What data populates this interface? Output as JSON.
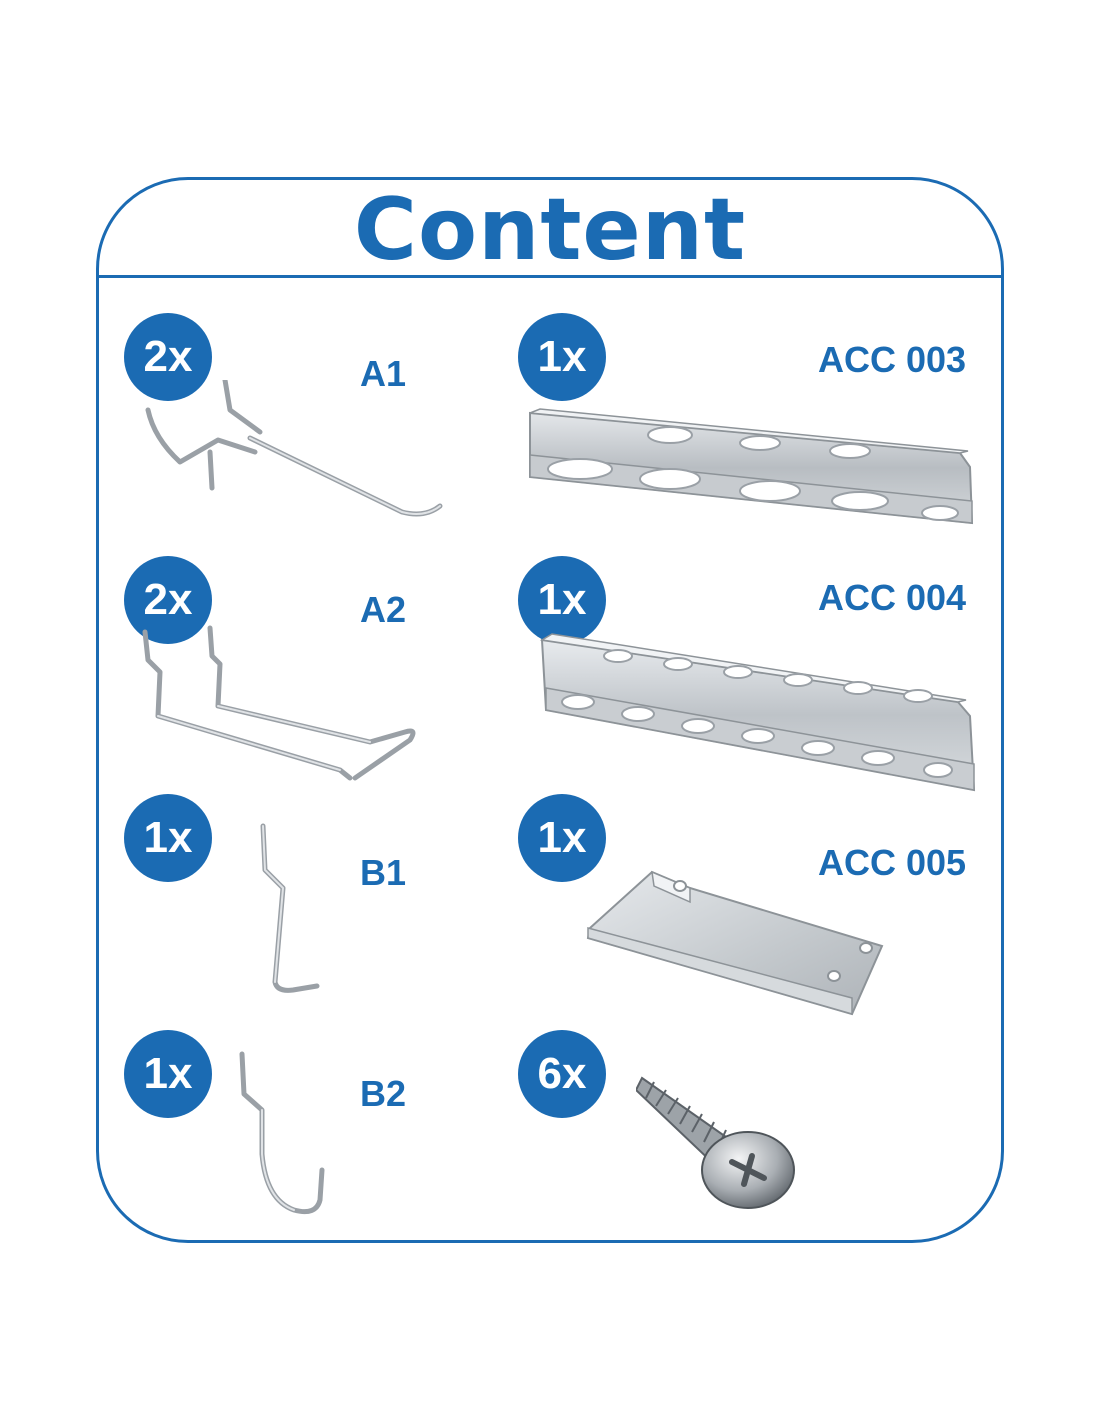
{
  "title": "Content",
  "accent_color": "#1b6bb3",
  "items": [
    {
      "qty": "2x",
      "code": "A1",
      "icon": "pegboard-hook-straight-icon"
    },
    {
      "qty": "2x",
      "code": "A2",
      "icon": "pegboard-hook-double-icon"
    },
    {
      "qty": "1x",
      "code": "B1",
      "icon": "pegboard-hook-single-icon"
    },
    {
      "qty": "1x",
      "code": "B2",
      "icon": "pegboard-hook-curved-icon"
    },
    {
      "qty": "1x",
      "code": "ACC 003",
      "icon": "screwdriver-rack-icon"
    },
    {
      "qty": "1x",
      "code": "ACC 004",
      "icon": "tool-holder-rack-icon"
    },
    {
      "qty": "1x",
      "code": "ACC 005",
      "icon": "mounting-bracket-icon"
    },
    {
      "qty": "6x",
      "code": "",
      "icon": "screw-icon"
    }
  ]
}
